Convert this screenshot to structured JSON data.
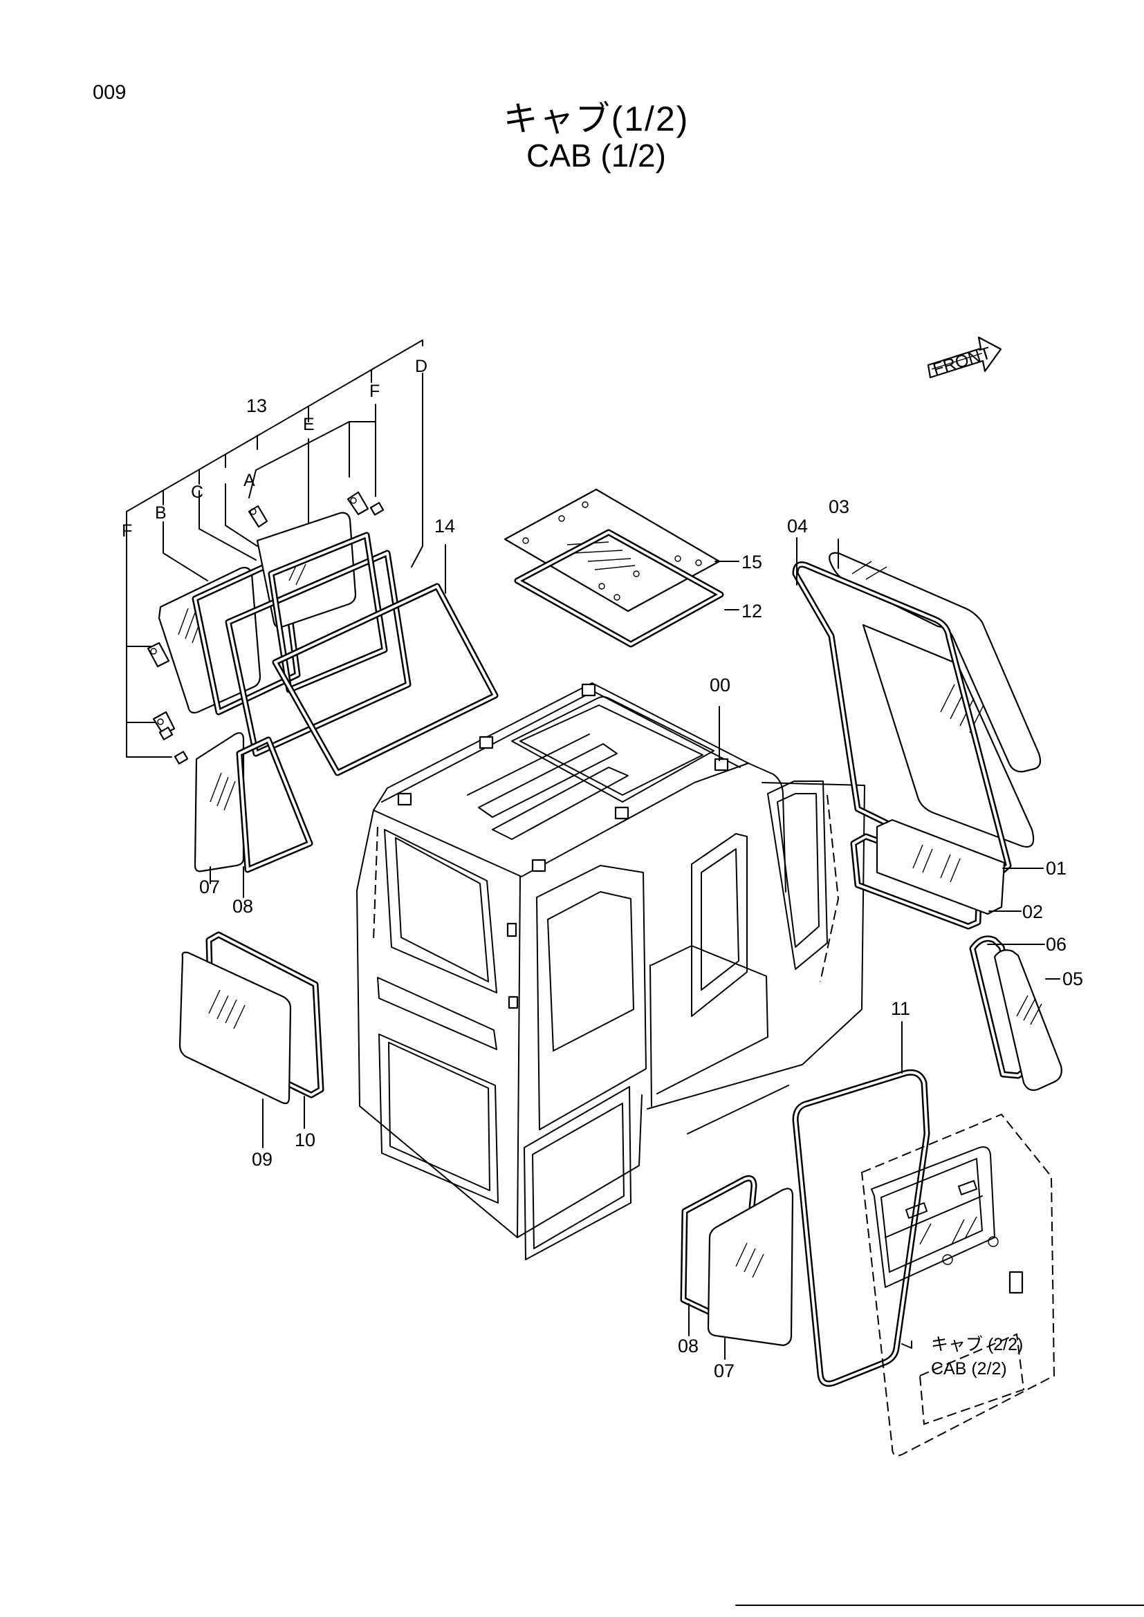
{
  "page_number": "009",
  "title_jp": "キャブ(1/2)",
  "title_en": "CAB (1/2)",
  "front_label": "FRONT",
  "letters": {
    "A": "A",
    "B": "B",
    "C": "C",
    "D": "D",
    "E": "E",
    "F1": "F",
    "F2": "F"
  },
  "callouts": {
    "p00": "00",
    "p01": "01",
    "p02": "02",
    "p03": "03",
    "p04": "04",
    "p05": "05",
    "p06": "06",
    "p07a": "07",
    "p07b": "07",
    "p08a": "08",
    "p08b": "08",
    "p09": "09",
    "p10": "10",
    "p11": "11",
    "p12": "12",
    "p13": "13",
    "p14": "14",
    "p15": "15"
  },
  "ref_note": {
    "jp": "キャブ (2/2)",
    "en": "CAB (2/2)"
  }
}
